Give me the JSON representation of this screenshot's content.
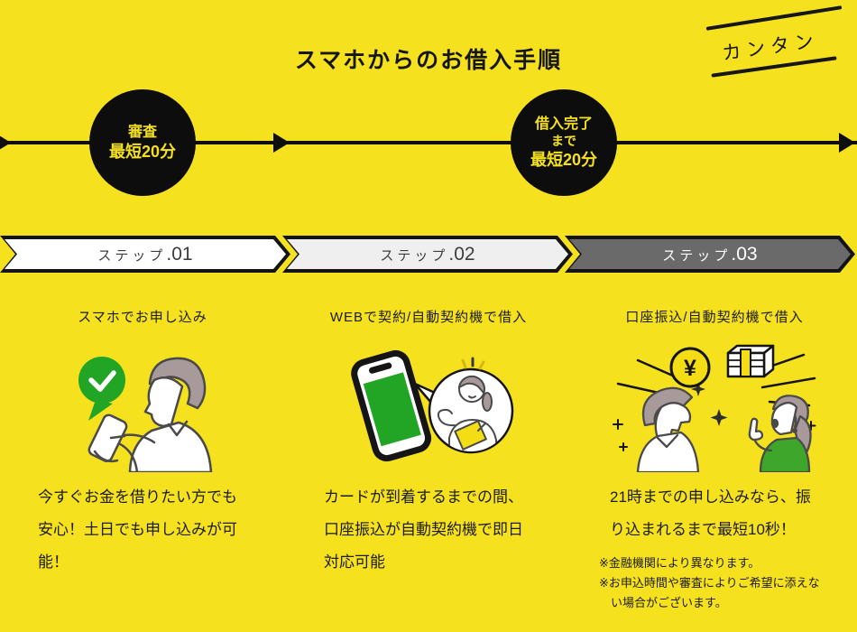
{
  "title": "スマホからのお借入手順",
  "badge": {
    "label": "カンタン"
  },
  "timeline": {
    "milestone1": {
      "line1": "審査",
      "line2": "最短20分"
    },
    "milestone2": {
      "line1": "借入完了",
      "line2": "まで",
      "line3": "最短20分"
    }
  },
  "steps": [
    {
      "prefix": "ステップ",
      "number": ".01"
    },
    {
      "prefix": "ステップ",
      "number": ".02"
    },
    {
      "prefix": "ステップ",
      "number": ".03"
    }
  ],
  "columns": [
    {
      "heading": "スマホでお申し込み",
      "illustration": "man-checking-smartphone-with-green-check-bubble",
      "body": [
        "今すぐお金を借りたい方でも",
        "安心！土日でも申し込みが可",
        "能！"
      ]
    },
    {
      "heading": "WEBで契約/自動契約機で借入",
      "illustration": "green-smartphone-and-operator-speech-bubble",
      "body": [
        "カードが到着するまでの間、",
        "口座振込が自動契約機で即日",
        "対応可能"
      ]
    },
    {
      "heading": "口座振込/自動契約機で借入",
      "illustration": "two-people-with-yen-coin-and-banknotes",
      "body": [
        "21時までの申し込みなら、振",
        "り込まれるまで最短10秒！"
      ],
      "notes": [
        "※金融機関により異なります。",
        "※お申込時間や審査によりご希望に添えない場合がございます。"
      ]
    }
  ],
  "symbols": {
    "yen": "¥"
  },
  "colors": {
    "background": "#F5E11E",
    "black": "#141414",
    "green": "#22A524",
    "step1_bg": "#FFFFFF",
    "step2_bg": "#EFEFEF",
    "step3_bg": "#6A6A6A",
    "step3_text": "#FFFFFF",
    "milestone_bg": "#0D0D0D",
    "milestone_text": "#F5E11E",
    "hair_gray": "#A89A9B",
    "shirt_green": "#3FA62C",
    "coin_yellow": "#F5DD15"
  }
}
